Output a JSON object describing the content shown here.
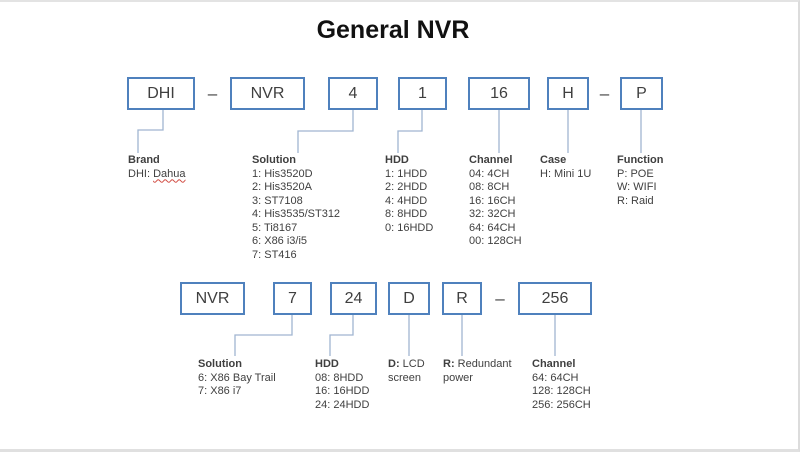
{
  "title": "General NVR",
  "colors": {
    "box_border": "#4f81bd",
    "connector": "#a0b5d1",
    "text": "#3f3f3f"
  },
  "row1_boxes": [
    "DHI",
    "NVR",
    "4",
    "1",
    "16",
    "H",
    "P"
  ],
  "row1_separators": [
    "–",
    "–"
  ],
  "row1_labels": {
    "brand": {
      "title": "Brand",
      "prefix": "DHI:",
      "word": "Dahua"
    },
    "solution": {
      "title": "Solution",
      "items": [
        "1: His3520D",
        "2: His3520A",
        "3: ST7108",
        "4: His3535/ST312",
        "5: Ti8167",
        "6: X86 i3/i5",
        "7: ST416"
      ]
    },
    "hdd": {
      "title": "HDD",
      "items": [
        "1: 1HDD",
        "2: 2HDD",
        "4: 4HDD",
        "8: 8HDD",
        "0: 16HDD"
      ]
    },
    "channel": {
      "title": "Channel",
      "items": [
        "04: 4CH",
        "08: 8CH",
        "16: 16CH",
        "32: 32CH",
        "64: 64CH",
        "00: 128CH"
      ]
    },
    "case": {
      "title": "Case",
      "items": [
        "H: Mini 1U"
      ]
    },
    "function": {
      "title": "Function",
      "items": [
        "P: POE",
        "W: WIFI",
        "R: Raid"
      ]
    }
  },
  "row2_boxes": [
    "NVR",
    "7",
    "24",
    "D",
    "R",
    "256"
  ],
  "row2_separators": [
    "–"
  ],
  "row2_labels": {
    "solution": {
      "title": "Solution",
      "items": [
        "6: X86 Bay Trail",
        "7: X86 i7"
      ]
    },
    "hdd": {
      "title": "HDD",
      "items": [
        "08: 8HDD",
        "16: 16HDD",
        "24: 24HDD"
      ]
    },
    "lcd": {
      "term": "D:",
      "text": "LCD",
      "text2": "screen"
    },
    "power": {
      "term": "R:",
      "text": "Redundant",
      "text2": "power"
    },
    "channel": {
      "title": "Channel",
      "items": [
        "64: 64CH",
        "128: 128CH",
        "256: 256CH"
      ]
    }
  }
}
